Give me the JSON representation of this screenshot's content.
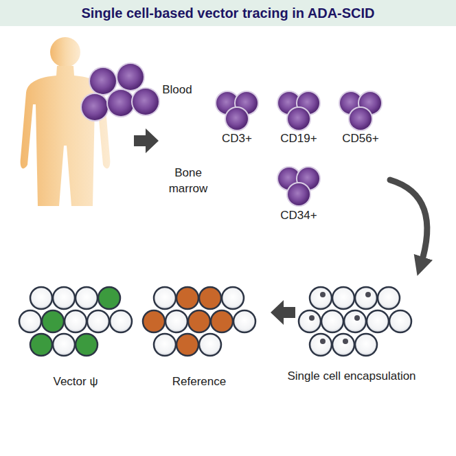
{
  "diagram": {
    "title": "Single cell-based vector tracing in ADA-SCID",
    "labels": [
      "Blood",
      "CD3+",
      "CD19+",
      "CD56+",
      "Bone marrow",
      "CD34+",
      "Single cell encapsulation",
      "Reference",
      "Vector ψ"
    ]
  }
}
